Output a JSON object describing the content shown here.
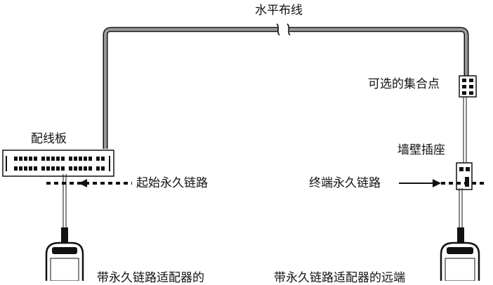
{
  "labels": {
    "horizontal_cabling": "水平布线",
    "consolidation_point": "可选的集合点",
    "patch_panel": "配线板",
    "wall_outlet": "墙壁插座",
    "start_link": "起始永久链路",
    "end_link": "终端永久链路",
    "adapter_left": "带永久链路适配器的",
    "adapter_right": "带永久链路适配器的远端"
  },
  "colors": {
    "cable": "#8c8c8c",
    "line": "#111111",
    "background": "#ffffff"
  }
}
